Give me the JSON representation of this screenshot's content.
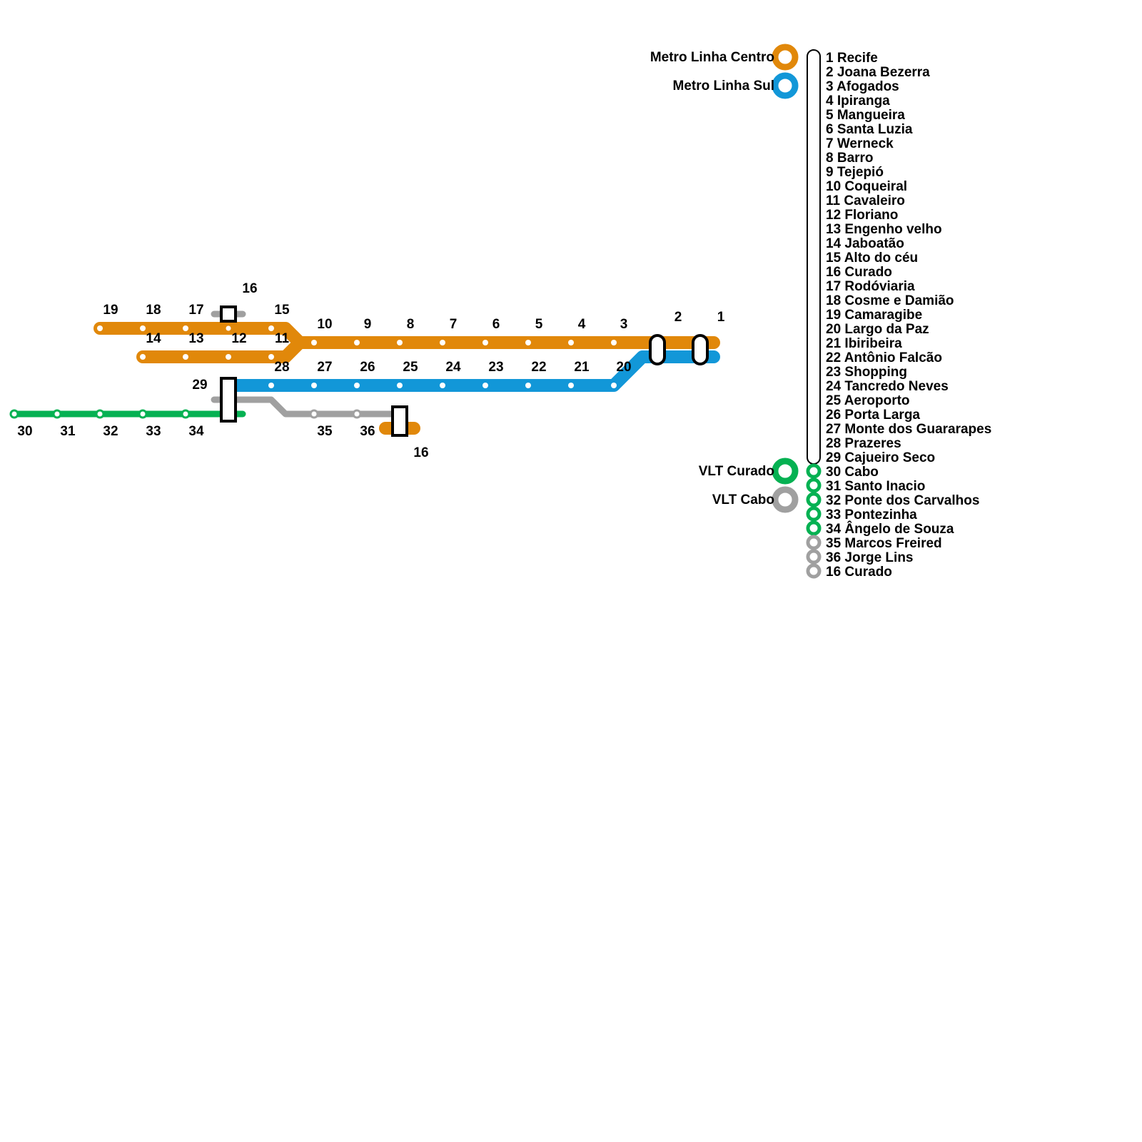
{
  "colors": {
    "centro": "#E1880A",
    "sul": "#1297D8",
    "vlt_curado": "#05B152",
    "vlt_cabo": "#A0A0A0",
    "transfer_fill": "#FFFFFF",
    "transfer_stroke": "#000000"
  },
  "lines": [
    {
      "id": "centro",
      "name": "Metro Linha Centro",
      "color_key": "centro"
    },
    {
      "id": "sul",
      "name": "Metro Linha Sul",
      "color_key": "sul"
    },
    {
      "id": "vlt_curado",
      "name": "VLT Curado",
      "color_key": "vlt_curado"
    },
    {
      "id": "vlt_cabo",
      "name": "VLT Cabo",
      "color_key": "vlt_cabo"
    }
  ],
  "station_labels": {
    "s1": "1",
    "s2": "2",
    "s3": "3",
    "s4": "4",
    "s5": "5",
    "s6": "6",
    "s7": "7",
    "s8": "8",
    "s9": "9",
    "s10": "10",
    "s11": "11",
    "s12": "12",
    "s13": "13",
    "s14": "14",
    "s15": "15",
    "s16a": "16",
    "s17": "17",
    "s18": "18",
    "s19": "19",
    "s20": "20",
    "s21": "21",
    "s22": "22",
    "s23": "23",
    "s24": "24",
    "s25": "25",
    "s26": "26",
    "s27": "27",
    "s28": "28",
    "s29": "29",
    "s30": "30",
    "s31": "31",
    "s32": "32",
    "s33": "33",
    "s34": "34",
    "s35": "35",
    "s36": "36",
    "s16b": "16"
  },
  "legend": {
    "stations": [
      {
        "label": "1 Recife",
        "line": "interchange"
      },
      {
        "label": "2 Joana Bezerra",
        "line": "interchange"
      },
      {
        "label": "3 Afogados",
        "line": "interchange"
      },
      {
        "label": "4 Ipiranga",
        "line": "interchange"
      },
      {
        "label": "5 Mangueira",
        "line": "interchange"
      },
      {
        "label": "6 Santa Luzia",
        "line": "interchange"
      },
      {
        "label": "7 Werneck",
        "line": "interchange"
      },
      {
        "label": "8 Barro",
        "line": "interchange"
      },
      {
        "label": "9 Tejepió",
        "line": "interchange"
      },
      {
        "label": "10 Coqueiral",
        "line": "interchange"
      },
      {
        "label": "11 Cavaleiro",
        "line": "interchange"
      },
      {
        "label": "12 Floriano",
        "line": "interchange"
      },
      {
        "label": "13 Engenho velho",
        "line": "interchange"
      },
      {
        "label": "14 Jaboatão",
        "line": "interchange"
      },
      {
        "label": "15 Alto do céu",
        "line": "interchange"
      },
      {
        "label": "16 Curado",
        "line": "interchange"
      },
      {
        "label": "17 Rodóviaria",
        "line": "interchange"
      },
      {
        "label": "18 Cosme e Damião",
        "line": "interchange"
      },
      {
        "label": "19 Camaragibe",
        "line": "interchange"
      },
      {
        "label": "20 Largo da Paz",
        "line": "interchange"
      },
      {
        "label": "21 Ibiribeira",
        "line": "interchange"
      },
      {
        "label": "22 Antônio Falcão",
        "line": "interchange"
      },
      {
        "label": "23 Shopping",
        "line": "interchange"
      },
      {
        "label": "24 Tancredo Neves",
        "line": "interchange"
      },
      {
        "label": "25 Aeroporto",
        "line": "interchange"
      },
      {
        "label": "26 Porta Larga",
        "line": "interchange"
      },
      {
        "label": "27 Monte dos Guararapes",
        "line": "interchange"
      },
      {
        "label": "28 Prazeres",
        "line": "interchange"
      },
      {
        "label": "29 Cajueiro Seco",
        "line": "interchange"
      },
      {
        "label": "30 Cabo",
        "line": "vlt_curado"
      },
      {
        "label": "31 Santo Inacio",
        "line": "vlt_curado"
      },
      {
        "label": "32 Ponte dos Carvalhos",
        "line": "vlt_curado"
      },
      {
        "label": "33 Pontezinha",
        "line": "vlt_curado"
      },
      {
        "label": "34 Ângelo de Souza",
        "line": "vlt_curado"
      },
      {
        "label": "35 Marcos Freired",
        "line": "vlt_cabo"
      },
      {
        "label": "36 Jorge Lins",
        "line": "vlt_cabo"
      },
      {
        "label": "16 Curado",
        "line": "vlt_cabo"
      }
    ]
  }
}
